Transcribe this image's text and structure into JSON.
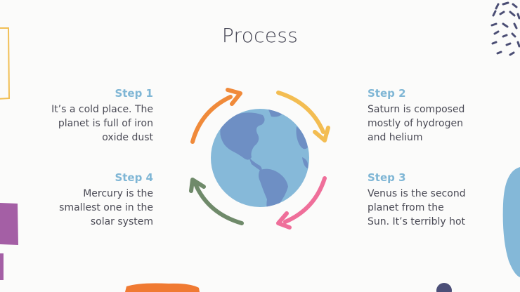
{
  "slide": {
    "title": "Process",
    "steps": [
      {
        "heading": "Step 1",
        "lines": [
          "It’s a cold place. The",
          "planet is full of iron",
          "oxide dust"
        ]
      },
      {
        "heading": "Step 2",
        "lines": [
          "Saturn is composed",
          "mostly of hydrogen",
          "and helium"
        ]
      },
      {
        "heading": "Step 3",
        "lines": [
          "Venus is the second",
          "planet from the",
          "Sun. It’s terribly hot"
        ]
      },
      {
        "heading": "Step 4",
        "lines": [
          "Mercury is the",
          "smallest one in the",
          "solar system"
        ]
      }
    ]
  },
  "colors": {
    "heading": "#7fb6d5",
    "text": "#4a4a55",
    "arrow_orange": "#f08a3a",
    "arrow_yellow": "#f3bd52",
    "arrow_pink": "#ef6f9a",
    "arrow_green": "#6f8a6a",
    "ocean": "#86b9d9",
    "land": "#6e8fc4"
  },
  "icons": [
    "globe-icon",
    "cycle-arrow-icon"
  ]
}
